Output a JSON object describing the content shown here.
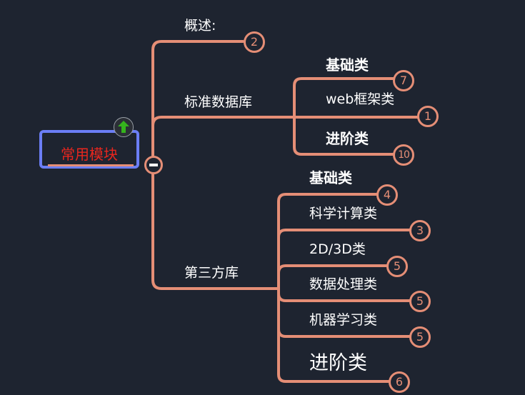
{
  "root": {
    "label": "常用模块"
  },
  "colors": {
    "background": "#1e2430",
    "line": "#e58e76",
    "root_border": "#6b7ef6",
    "root_text": "#e8261e",
    "text": "#ffffff",
    "upgrade_arrow": "#35b31d"
  },
  "icons": {
    "upgrade": "up-arrow-icon",
    "collapse": "minus-icon"
  },
  "branches": [
    {
      "label": "概述:",
      "count": "2"
    },
    {
      "label": "标准数据库",
      "children": [
        {
          "label": "基础类",
          "count": "7"
        },
        {
          "label": "web框架类",
          "count": "1"
        },
        {
          "label": "进阶类",
          "count": "10"
        }
      ]
    },
    {
      "label": "第三方库",
      "children": [
        {
          "label": "基础类",
          "count": "4"
        },
        {
          "label": "科学计算类",
          "count": "3"
        },
        {
          "label": "2D/3D类",
          "count": "5"
        },
        {
          "label": "数据处理类",
          "count": "5"
        },
        {
          "label": "机器学习类",
          "count": "5"
        },
        {
          "label": "进阶类",
          "count": "6"
        }
      ]
    }
  ]
}
